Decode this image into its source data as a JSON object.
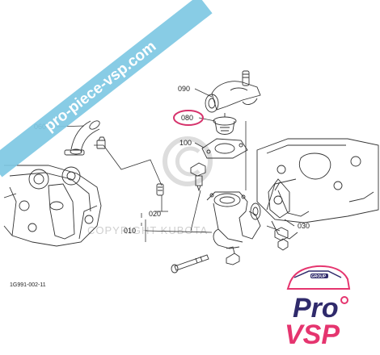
{
  "banner": {
    "text": "pro-piece-vsp.com",
    "color": "#7ec8e3"
  },
  "watermark": {
    "text": "COPYRIGHT KUBOTA"
  },
  "drawing_code": "1G991-002-11",
  "parts": [
    {
      "label": "090",
      "highlighted": false
    },
    {
      "label": "080",
      "highlighted": true
    },
    {
      "label": "100",
      "highlighted": false
    },
    {
      "label": "060",
      "highlighted": false
    },
    {
      "label": "020",
      "highlighted": false
    },
    {
      "label": "010",
      "highlighted": false
    },
    {
      "label": "030",
      "highlighted": false
    }
  ],
  "logo": {
    "word1": "Pro",
    "word2": "VSP",
    "tag": "GROUP",
    "accent_color": "#e5356f",
    "dark_color": "#2f2a6b"
  },
  "colors": {
    "highlight": "#d6336c",
    "line": "#333333"
  }
}
